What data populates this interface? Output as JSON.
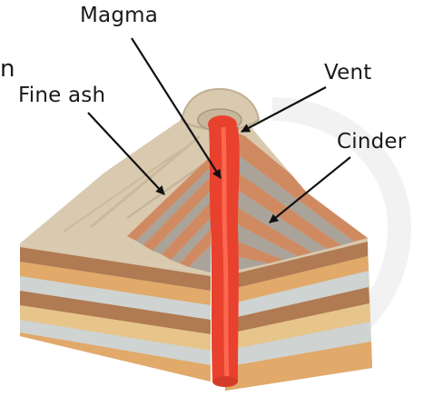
{
  "labels": {
    "magma": "Magma",
    "fine_ash": "Fine ash",
    "vent": "Vent",
    "cinder": "Cinder",
    "edge_fragment": "n"
  },
  "colors": {
    "background": "#ffffff",
    "magma": "#e8412e",
    "magma_highlight": "#ff6b54",
    "cone_tan": "#d9c9ae",
    "cone_shadow": "#bfae93",
    "cinder_stripe": "#d08a62",
    "ash_stripe": "#a9a39a",
    "strata_orange": "#e1a96a",
    "strata_grey": "#cfd3d1",
    "strata_brown": "#b07a52",
    "strata_yellow": "#e7c489",
    "pointer": "#111111"
  }
}
